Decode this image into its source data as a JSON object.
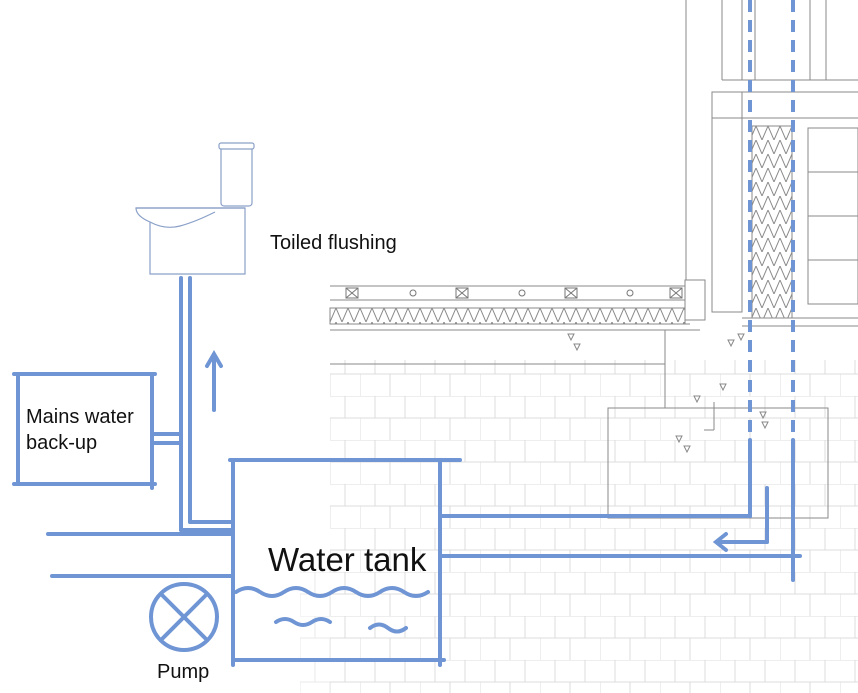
{
  "labels": {
    "toilet": "Toiled flushing",
    "mains_line1": "Mains water",
    "mains_line2": "back-up",
    "tank": "Water tank",
    "pump": "Pump"
  },
  "colors": {
    "pipe_blue": "#6f95d4",
    "line_grey": "#9a9a9a",
    "label_text": "#111111"
  }
}
